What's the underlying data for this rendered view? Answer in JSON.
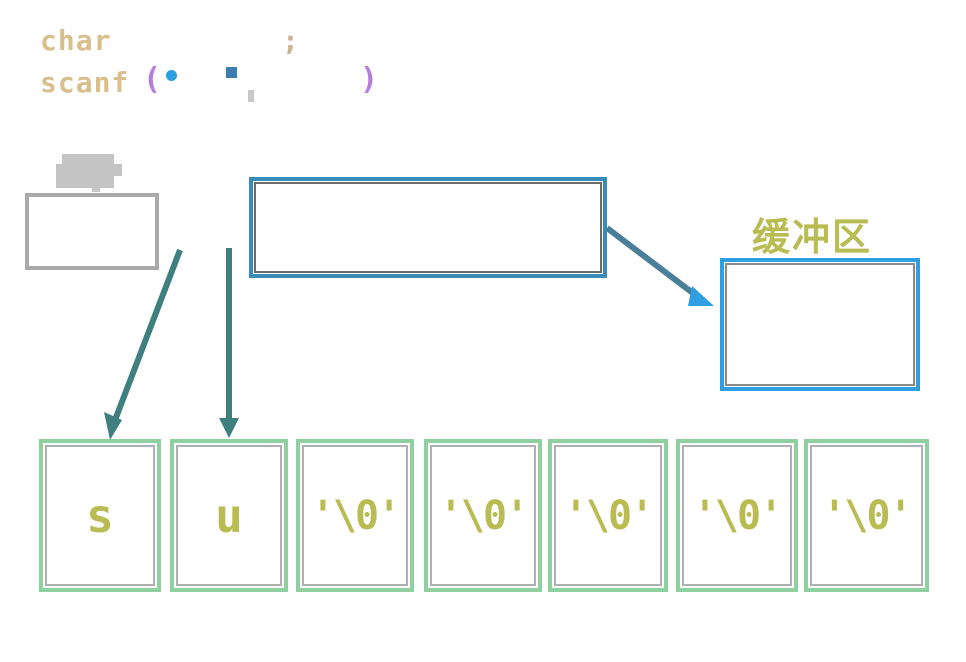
{
  "code": {
    "line1_keyword": "char",
    "line1_end": ";",
    "line2_func": "scanf",
    "line2_open": "(",
    "line2_comma": ",",
    "line2_close": ")"
  },
  "buffer": {
    "label": "缓冲区"
  },
  "array_cells": [
    "s",
    "u",
    "'\\0'",
    "'\\0'",
    "'\\0'",
    "'\\0'",
    "'\\0'"
  ],
  "colors": {
    "keyword": "#d8bf8c",
    "paren": "#b57edc",
    "arrow_teal": "#3f7f7f",
    "arrow_blue": "#2e9fe0",
    "cell_border": "#8fd0a0",
    "cell_text": "#b8bc52"
  }
}
